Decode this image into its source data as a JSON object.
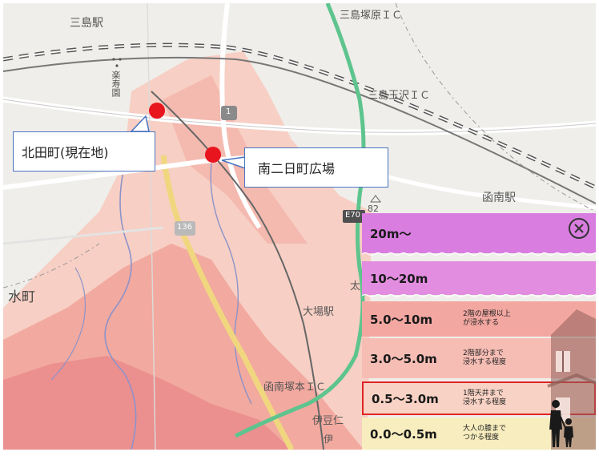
{
  "map": {
    "place_labels": {
      "mishima_station": "三島駅",
      "mishima_tsukahara_ic": "三島塚原ＩＣ",
      "mishima_tamasawa_ic": "三島玉沢ＩＣ",
      "kannami_station": "函南駅",
      "omba_station": "大場駅",
      "kannami_tsukamoto_ic": "函南塚本ＩＣ",
      "izunitta": "伊豆仁",
      "mizu_machi": "水町",
      "rakujuen": "楽寿園",
      "ota": "太",
      "i_fragment": "伊"
    },
    "road_shields": {
      "r1": "1",
      "r136": "136",
      "e70": "E70"
    },
    "elevation": "82",
    "colors": {
      "inundation_light": "#f7cfc4",
      "inundation_mid": "#f2a99f",
      "inundation_deep": "#eb8f8f",
      "expressway": "#5ec48e",
      "road_yellow": "#f0d77f",
      "marker": "#e8141e"
    }
  },
  "callouts": {
    "current_location": "北田町(現在地)",
    "plaza": "南二日町広場"
  },
  "legend": {
    "close_icon": "circled-x",
    "rows": [
      {
        "range": "20m～",
        "desc": "",
        "color": "#d97ee0"
      },
      {
        "range": "10～20m",
        "desc": "",
        "color": "#e28de0"
      },
      {
        "range": "5.0～10m",
        "desc": "2階の屋根以上\nが浸水する",
        "color": "#f3a7a1"
      },
      {
        "range": "3.0～5.0m",
        "desc": "2階部分まで\n浸水する程度",
        "color": "#f6bdb5"
      },
      {
        "range": "0.5～3.0m",
        "desc": "1階天井まで\n浸水する程度",
        "color": "#f8d2c4",
        "highlighted": true,
        "highlight_color": "#e02424"
      },
      {
        "range": "0.0～0.5m",
        "desc": "大人の膝まで\nつかる程度",
        "color": "#f7edbe"
      }
    ]
  }
}
